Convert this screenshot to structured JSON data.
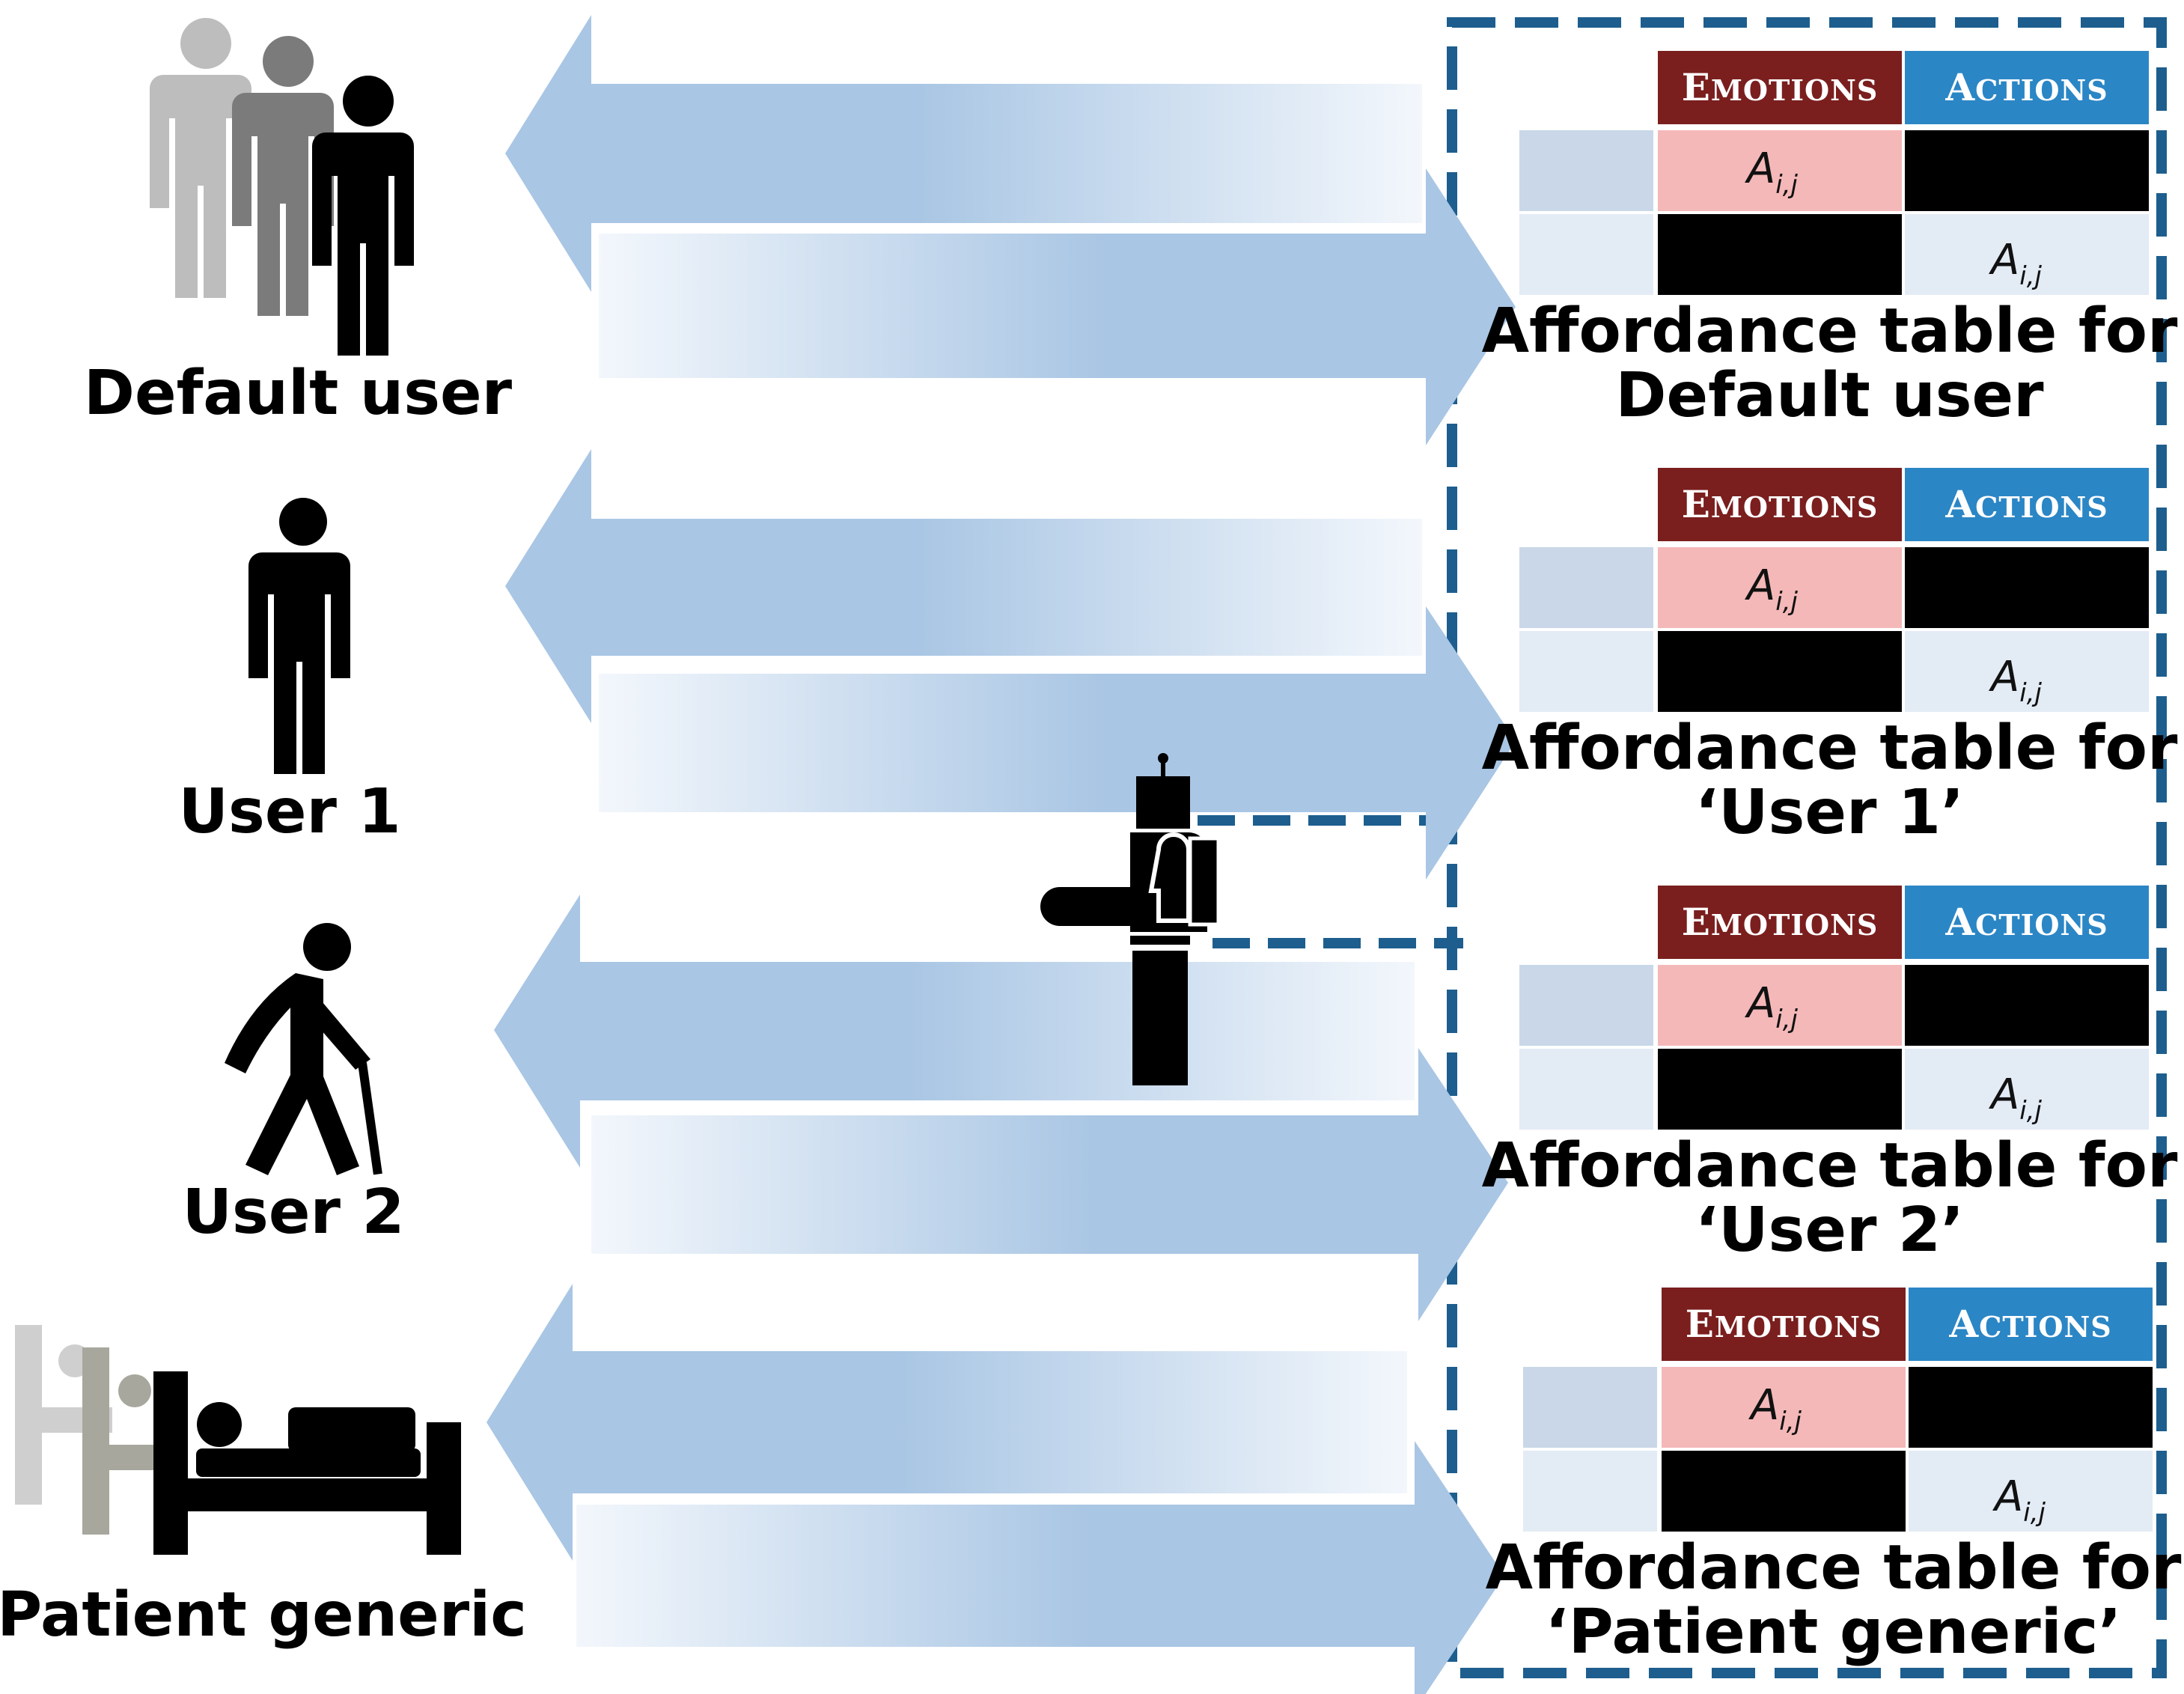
{
  "users": [
    {
      "label": "Default user",
      "icon": "group-of-people-icon"
    },
    {
      "label": "User 1",
      "icon": "standing-person-icon"
    },
    {
      "label": "User 2",
      "icon": "elderly-person-with-cane-icon"
    },
    {
      "label": "Patient generic",
      "icon": "patient-in-bed-icon"
    }
  ],
  "tables": [
    {
      "title_line1": "Affordance table for",
      "title_line2": "Default user",
      "col1": "Emotions",
      "col2": "Actions",
      "cell_main": "A",
      "cell_sub": "i,j"
    },
    {
      "title_line1": "Affordance table for",
      "title_line2": "‘User 1’",
      "col1": "Emotions",
      "col2": "Actions",
      "cell_main": "A",
      "cell_sub": "i,j"
    },
    {
      "title_line1": "Affordance table for",
      "title_line2": "‘User 2’",
      "col1": "Emotions",
      "col2": "Actions",
      "cell_main": "A",
      "cell_sub": "i,j"
    },
    {
      "title_line1": "Affordance table for",
      "title_line2": "‘Patient generic’",
      "col1": "Emotions",
      "col2": "Actions",
      "cell_main": "A",
      "cell_sub": "i,j"
    }
  ],
  "center_icon": "robot-icon",
  "colors": {
    "emotions_header": "#7a1f1e",
    "actions_header": "#2b86c5",
    "affordance_cell": "#f4b8b8",
    "blocked_cell": "#000000",
    "row_header_top": "#c9d7e8",
    "row_header_bottom": "#e3ebf5",
    "arrow": "#a9c6e4",
    "dashed_border": "#1d5e8e"
  }
}
